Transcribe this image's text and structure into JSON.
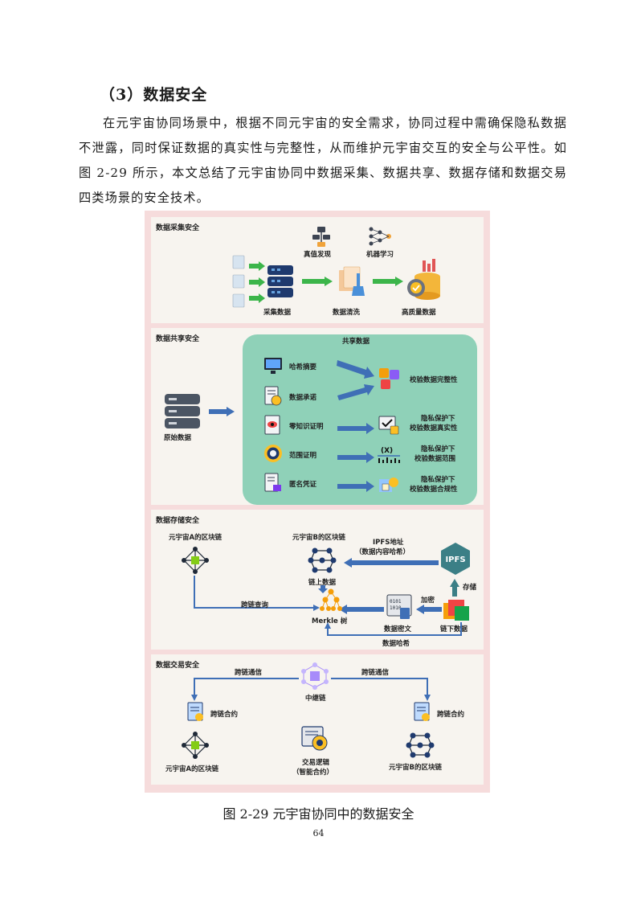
{
  "heading": "（3）数据安全",
  "paragraph": "在元宇宙协同场景中，根据不同元宇宙的安全需求，协同过程中需确保隐私数据不泄露，同时保证数据的真实性与完整性，从而维护元宇宙交互的安全与公平性。如图 2-29 所示，本文总结了元宇宙协同中数据采集、数据共享、数据存储和数据交易四类场景的安全技术。",
  "figure": {
    "collection": {
      "title": "数据采集安全",
      "truth": "真值发现",
      "ml": "机器学习",
      "collect": "采集数据",
      "clean": "数据清洗",
      "quality": "高质量数据"
    },
    "sharing": {
      "title": "数据共享安全",
      "box_title": "共享数据",
      "raw": "原始数据",
      "methods": [
        "哈希摘要",
        "数据承诺",
        "零知识证明",
        "范围证明",
        "匿名凭证"
      ],
      "results": [
        "校验数据完整性",
        "隐私保护下",
        "校验数据真实性",
        "隐私保护下",
        "校验数据范围",
        "隐私保护下",
        "校验数据合规性"
      ]
    },
    "storage": {
      "title": "数据存储安全",
      "chain_a": "元宇宙A的区块链",
      "chain_b": "元宇宙B的区块链",
      "ipfs_addr": "IPFS地址",
      "ipfs_hash": "（数据内容哈希）",
      "ipfs": "IPFS",
      "store": "存储",
      "onchain": "链上数据",
      "cross_query": "跨链查询",
      "encrypt": "加密",
      "merkle": "Merkle 树",
      "cipher": "数据密文",
      "offchain": "链下数据",
      "data_hash": "数据哈希"
    },
    "trade": {
      "title": "数据交易安全",
      "comm_left": "跨链通信",
      "comm_right": "跨链通信",
      "relay": "中继链",
      "contract_left": "跨链合约",
      "contract_right": "跨链合约",
      "chain_a": "元宇宙A的区块链",
      "chain_b": "元宇宙B的区块链",
      "logic": "交易逻辑",
      "logic_sub": "（智能合约）"
    }
  },
  "caption": "图 2-29 元宇宙协同中的数据安全",
  "page_number": "64",
  "colors": {
    "arrow_green": "#3cb54a",
    "arrow_blue": "#3f6fb6",
    "share_box": "#8fd1b8",
    "figure_bg": "#f6dcdc",
    "panel_bg": "#f7f4ef",
    "db_navy": "#1f3a6e"
  }
}
